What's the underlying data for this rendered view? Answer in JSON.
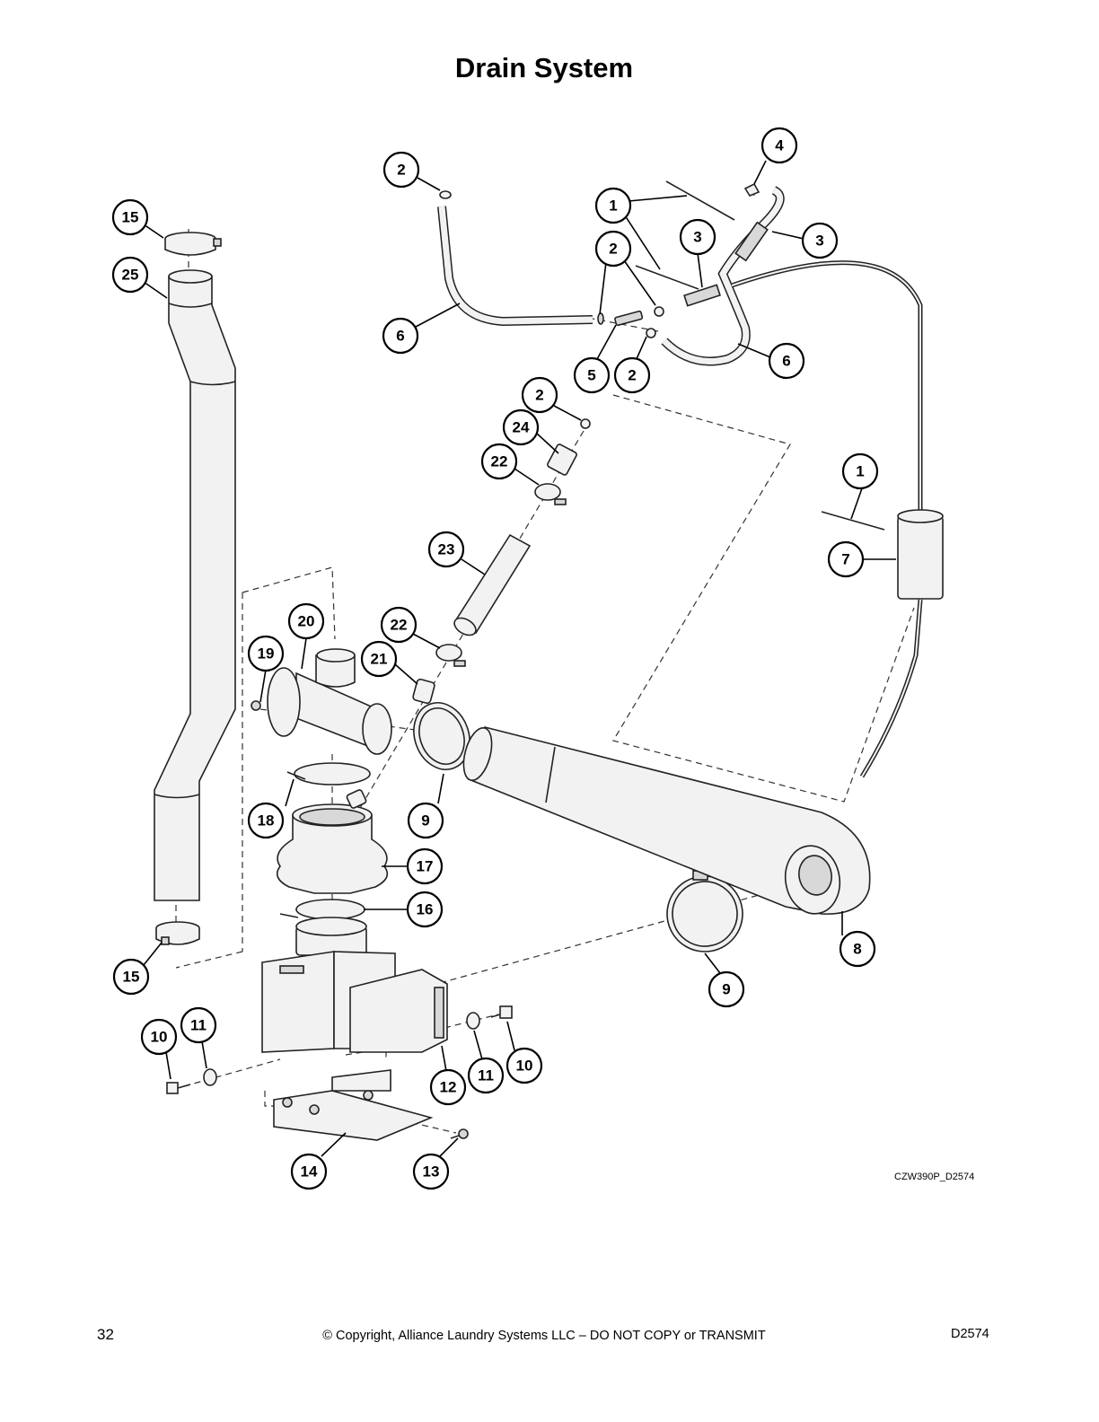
{
  "page": {
    "title": "Drain System",
    "figure_code": "CZW390P_D2574",
    "page_number": "32",
    "copyright": "© Copyright, Alliance Laundry Systems LLC – DO NOT COPY or TRANSMIT",
    "doc_code": "D2574"
  },
  "callouts": {
    "c1a": "1",
    "c1b": "1",
    "c2a": "2",
    "c2b": "2",
    "c2c": "2",
    "c2d": "2",
    "c3a": "3",
    "c3b": "3",
    "c4": "4",
    "c5": "5",
    "c6a": "6",
    "c6b": "6",
    "c7": "7",
    "c8": "8",
    "c9a": "9",
    "c9b": "9",
    "c10a": "10",
    "c10b": "10",
    "c11a": "11",
    "c11b": "11",
    "c12": "12",
    "c13": "13",
    "c14": "14",
    "c15a": "15",
    "c15b": "15",
    "c16": "16",
    "c17": "17",
    "c18": "18",
    "c19": "19",
    "c20": "20",
    "c21": "21",
    "c22a": "22",
    "c22b": "22",
    "c23": "23",
    "c24": "24",
    "c25": "25"
  }
}
